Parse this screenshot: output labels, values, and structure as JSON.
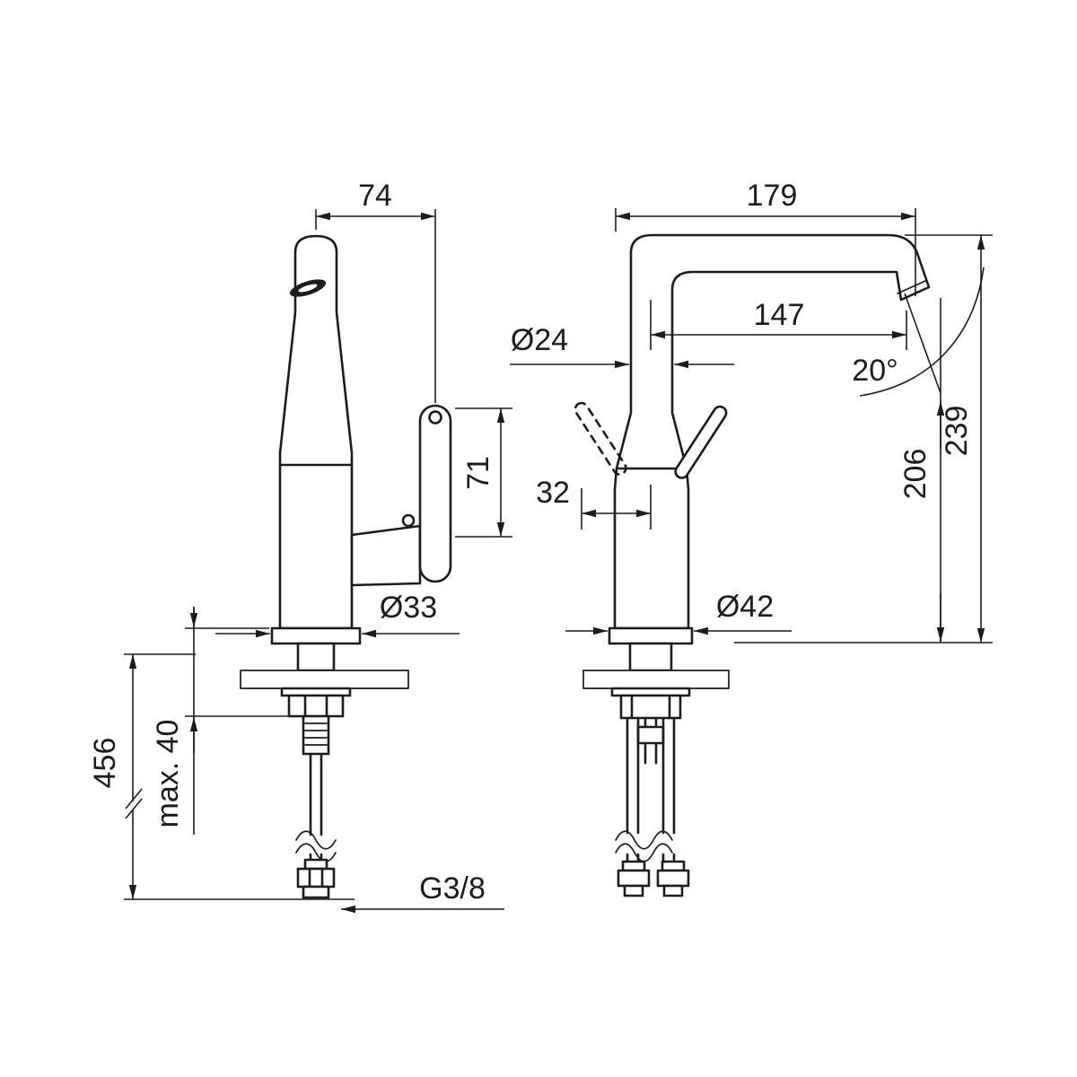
{
  "page": {
    "background": "#ffffff",
    "line_color": "#1c1c1c"
  },
  "drawing": {
    "type": "technical-dimension-drawing",
    "subject": "single-lever basin faucet, side view and front view",
    "side_view": {
      "spout_offset": "74",
      "lever_height": "71",
      "base_diameter": "Ø33",
      "supply_pipe_length": "456",
      "max_mounting_thickness": "max. 40",
      "connection_thread": "G3/8"
    },
    "front_view": {
      "spout_reach_overall": "179",
      "spout_reach_aerator": "147",
      "spout_diameter": "Ø24",
      "outlet_angle": "20°",
      "lever_offset": "32",
      "height_to_outlet": "206",
      "height_overall": "239",
      "base_diameter": "Ø42"
    }
  }
}
